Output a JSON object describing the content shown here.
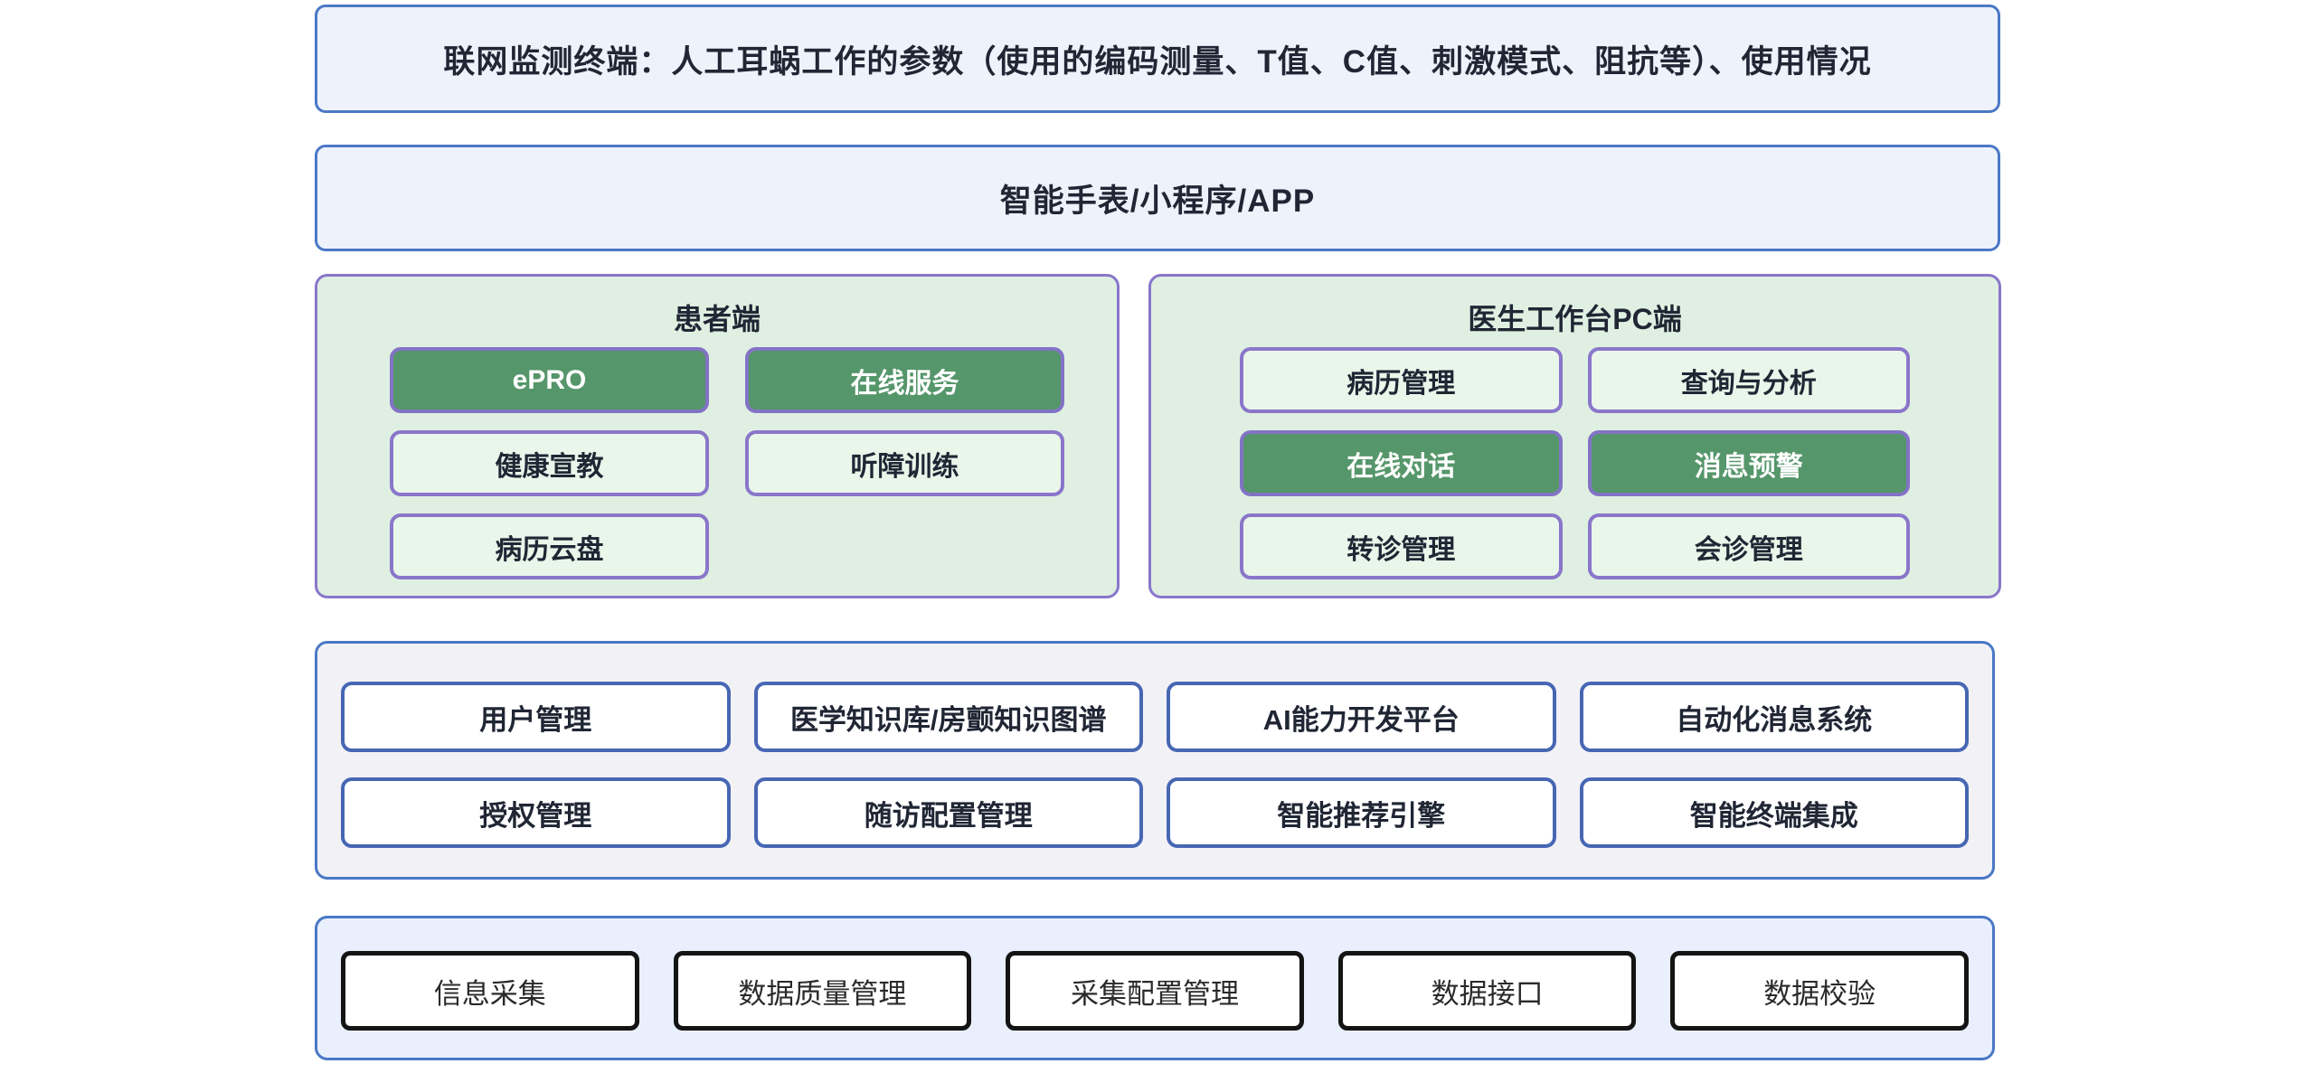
{
  "colors": {
    "blue_border": "#4a78c6",
    "blue_fill": "#eef2fa",
    "purple_border": "#8a76ca",
    "green_panel_fill": "#dff0e2",
    "green_button_fill": "#55966a",
    "green_button_border": "#8273c5",
    "outline_button_fill": "#e9f6ea",
    "gray_panel_fill": "#f2f2f6",
    "white_button_border": "#4767b3",
    "bottom_panel_fill": "#e9effc",
    "black_border": "#141414",
    "dark_text": "#202634"
  },
  "banners": [
    {
      "label": "联网监测终端：人工耳蜗工作的参数（使用的编码测量、T值、C值、刺激模式、阻抗等）、使用情况"
    },
    {
      "label": "智能手表/小程序/APP"
    }
  ],
  "patient_panel": {
    "title": "患者端",
    "buttons": [
      {
        "label": "ePRO",
        "style": "filled"
      },
      {
        "label": "在线服务",
        "style": "filled"
      },
      {
        "label": "健康宣教",
        "style": "outline"
      },
      {
        "label": "听障训练",
        "style": "outline"
      },
      {
        "label": "病历云盘",
        "style": "outline"
      }
    ]
  },
  "doctor_panel": {
    "title": "医生工作台PC端",
    "buttons": [
      {
        "label": "病历管理",
        "style": "outline"
      },
      {
        "label": "查询与分析",
        "style": "outline"
      },
      {
        "label": "在线对话",
        "style": "filled"
      },
      {
        "label": "消息预警",
        "style": "filled"
      },
      {
        "label": "转诊管理",
        "style": "outline"
      },
      {
        "label": "会诊管理",
        "style": "outline"
      }
    ]
  },
  "platform_panel": {
    "buttons": [
      {
        "label": "用户管理"
      },
      {
        "label": "医学知识库/房颤知识图谱"
      },
      {
        "label": "AI能力开发平台"
      },
      {
        "label": "自动化消息系统"
      },
      {
        "label": "授权管理"
      },
      {
        "label": "随访配置管理"
      },
      {
        "label": "智能推荐引擎"
      },
      {
        "label": "智能终端集成"
      }
    ]
  },
  "data_panel": {
    "buttons": [
      {
        "label": "信息采集"
      },
      {
        "label": "数据质量管理"
      },
      {
        "label": "采集配置管理"
      },
      {
        "label": "数据接口"
      },
      {
        "label": "数据校验"
      }
    ]
  }
}
